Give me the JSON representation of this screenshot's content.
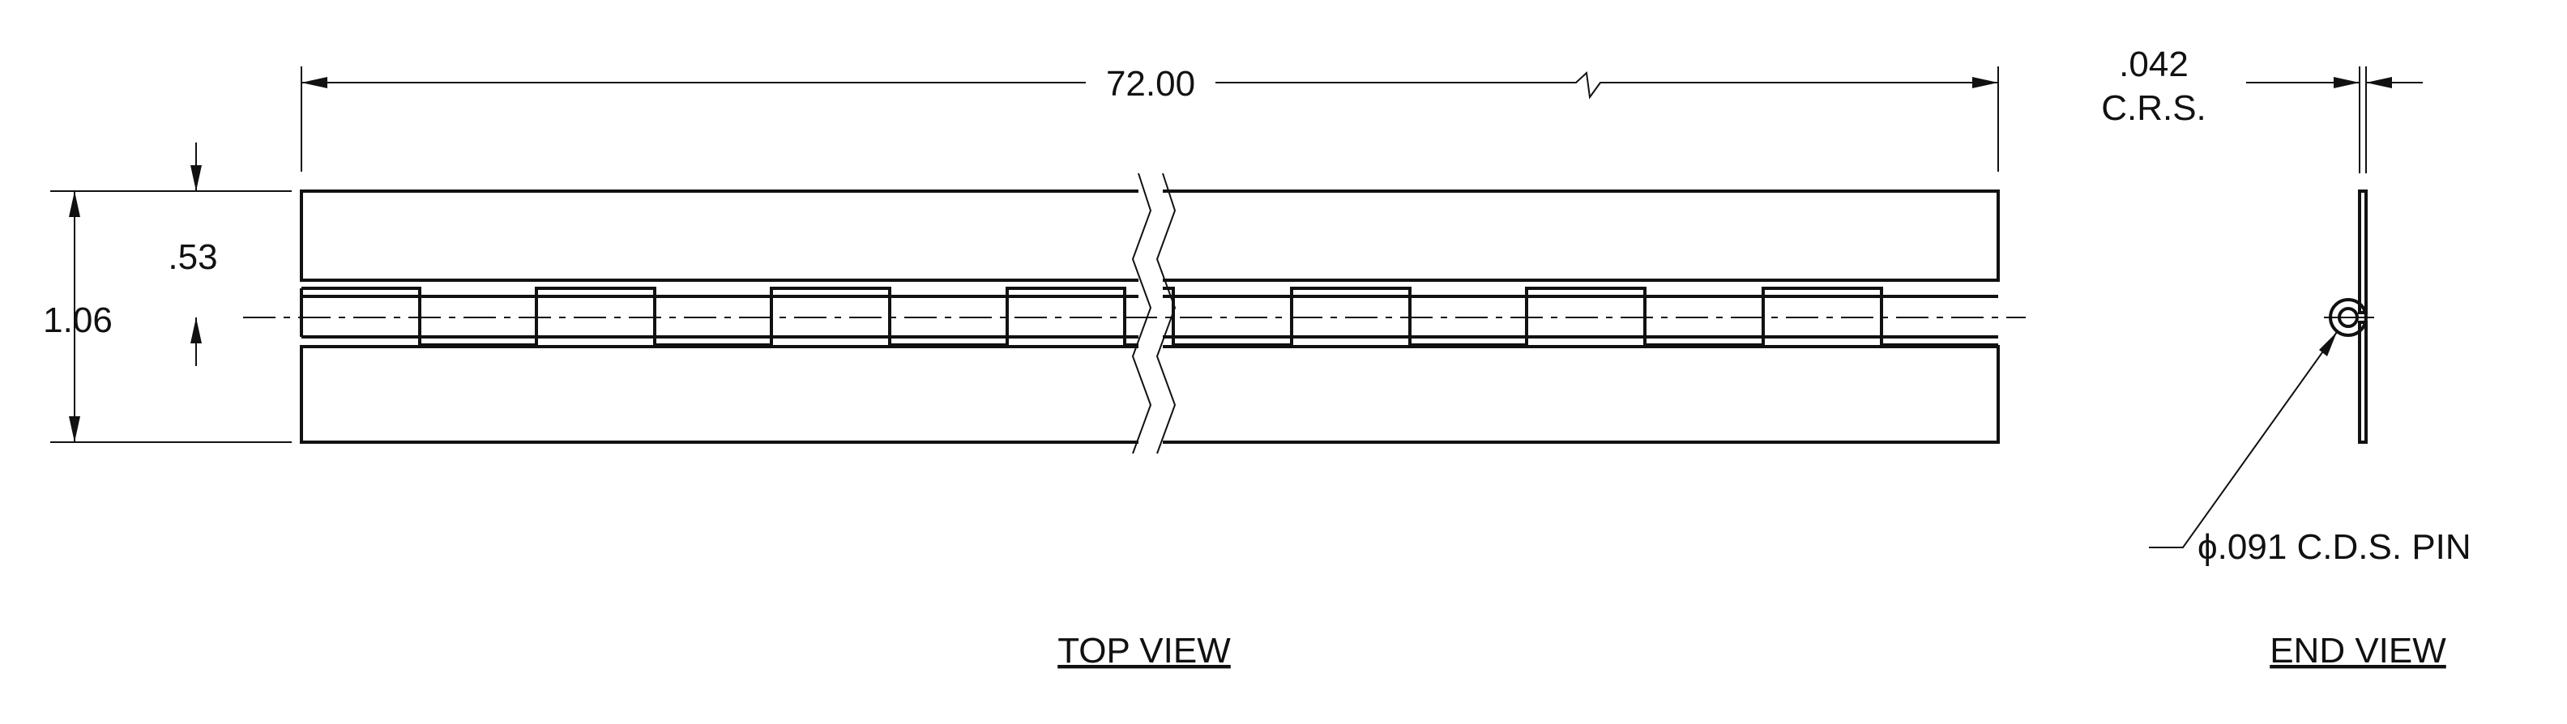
{
  "dimensions": {
    "overall_length": "72.00",
    "half_width": ".53",
    "overall_width": "1.06",
    "thickness_value": ".042",
    "thickness_material": "C.R.S.",
    "pin_symbol": "ϕ",
    "pin_callout": ".091 C.D.S. PIN"
  },
  "views": {
    "top_view_label": "TOP VIEW",
    "end_view_label": "END VIEW"
  }
}
